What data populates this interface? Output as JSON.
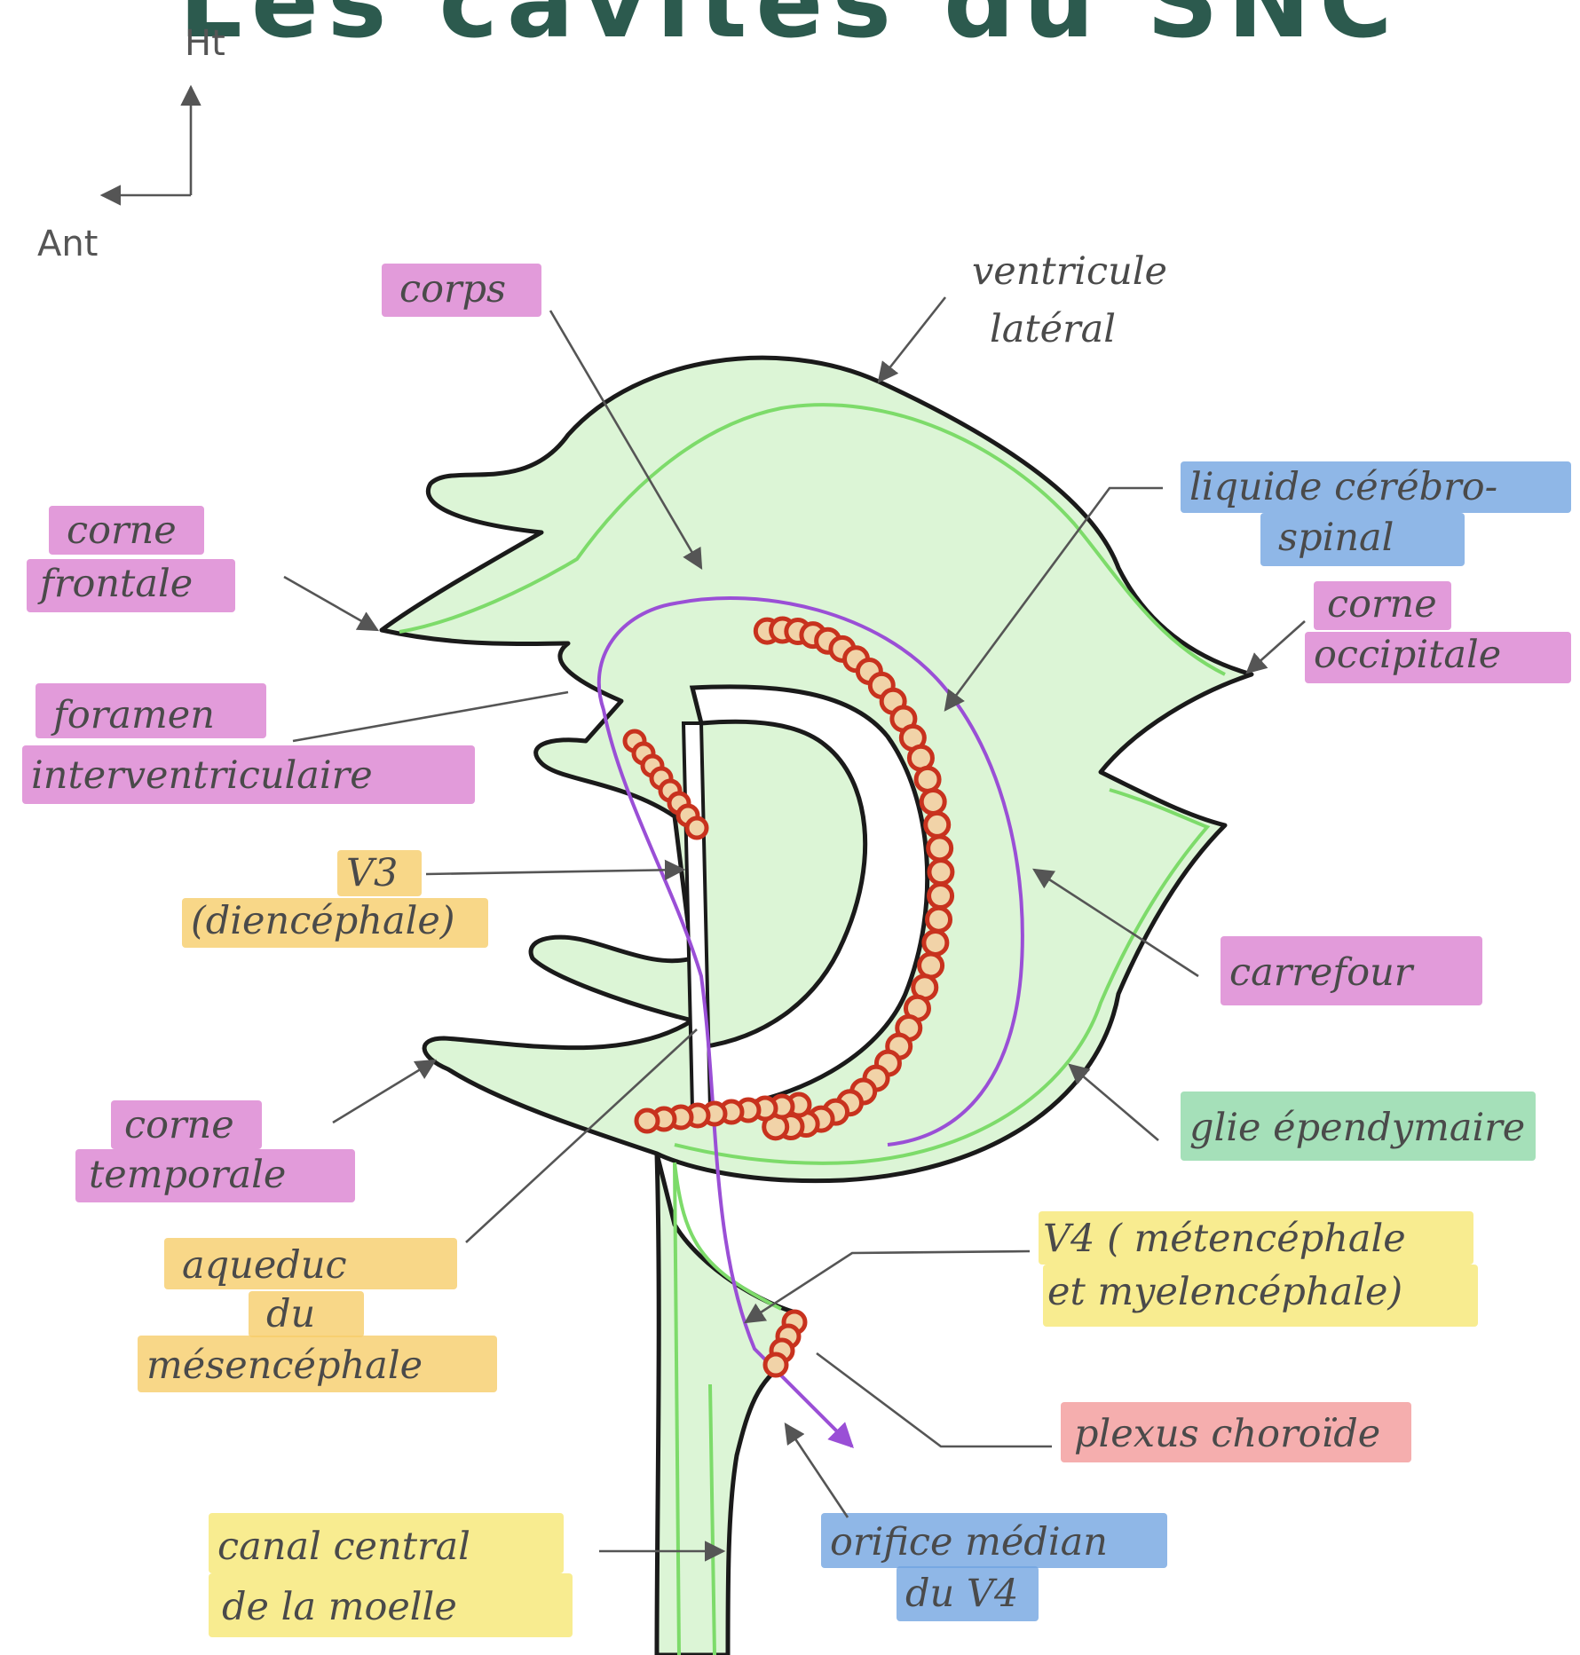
{
  "title": "Les cavités du SNC",
  "orientation": {
    "up_label": "Ht",
    "anterior_label": "Ant"
  },
  "labels": {
    "corps": "corps",
    "ventricule_lateral_1": "ventricule",
    "ventricule_lateral_2": "latéral",
    "corne_frontale_1": "corne",
    "corne_frontale_2": "frontale",
    "lcs_1": "liquide cérébro-",
    "lcs_2": "spinal",
    "corne_occipitale_1": "corne",
    "corne_occipitale_2": "occipitale",
    "foramen_1": "foramen",
    "foramen_2": "interventriculaire",
    "v3_1": "V3",
    "v3_2": "(diencéphale)",
    "carrefour": "carrefour",
    "corne_temporale_1": "corne",
    "corne_temporale_2": "temporale",
    "glie": "glie épendymaire",
    "aqueduc_1": "aqueduc",
    "aqueduc_2": "du",
    "aqueduc_3": "mésencéphale",
    "v4_1": "V4 ( métencéphale",
    "v4_2": "et myelencéphale)",
    "plexus": "plexus choroïde",
    "canal_1": "canal central",
    "canal_2": "de la moelle",
    "orifice_1": "orifice médian",
    "orifice_2": "du V4"
  },
  "colors": {
    "title": "#2c5a4e",
    "ventricle_fill": "#dcf5d6",
    "ventricle_edge": "#1a1a1a",
    "ependyma_line": "#7ddb6a",
    "csf_flow": "#9a4fd6",
    "choroid_plexus": "#c8321e",
    "highlight_pink": "#da7fd0",
    "highlight_blue": "#6fa3e0",
    "highlight_yellow": "#f5e56b",
    "highlight_orange": "#f6cd6a",
    "highlight_green": "#8fd8a8",
    "highlight_red": "#f29a9a"
  }
}
